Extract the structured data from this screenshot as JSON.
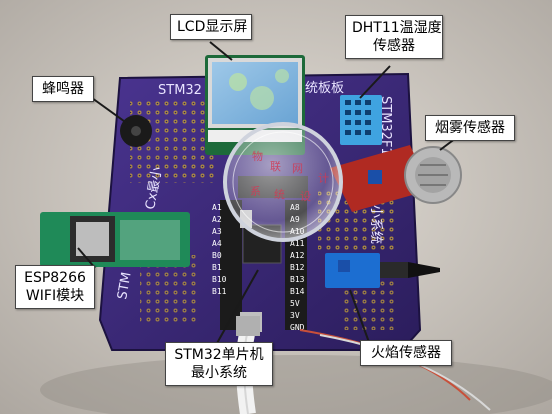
{
  "labels": {
    "lcd": "LCD显示屏",
    "buzzer": "蜂鸣器",
    "dht11": [
      "DHT11温湿度",
      "传感器"
    ],
    "smoke": "烟雾传感器",
    "esp8266": [
      "ESP8266",
      "WIFI模块"
    ],
    "stm32": [
      "STM32单片机",
      "最小系统"
    ],
    "flame": "火焰传感器"
  },
  "board_silkscreen": {
    "top": "STM32",
    "top_right": "统板板",
    "right": "STM32F10",
    "left": "Cx最小",
    "left_lower": "STM",
    "right_lower": "小系统"
  },
  "colors": {
    "pcb": "#3d2a78",
    "pcb_dark": "#2b1d5c",
    "sensor_blue": "#1c6ed1",
    "callout_bg": "#ffffff",
    "background": "#cfcac4"
  }
}
